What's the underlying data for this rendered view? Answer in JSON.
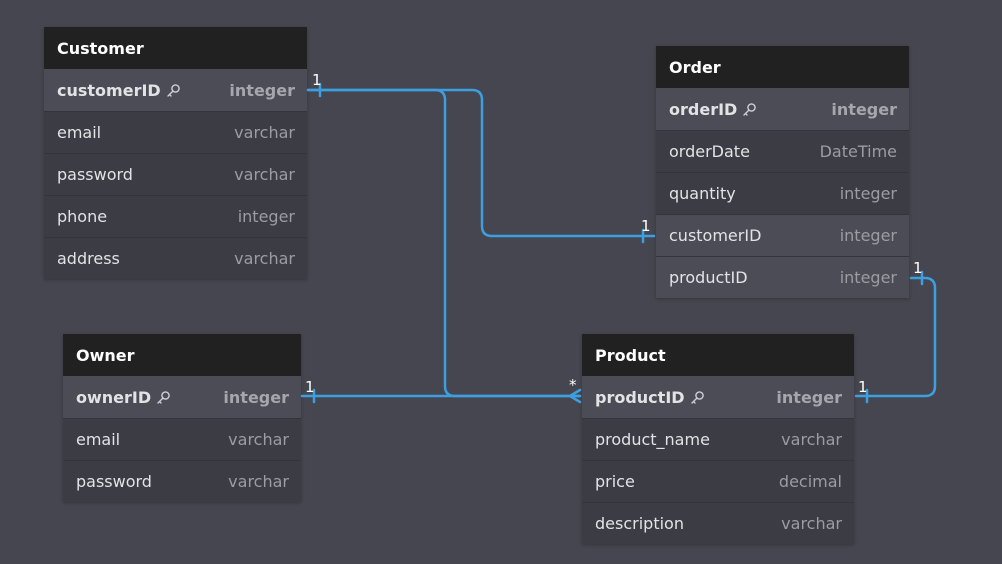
{
  "tables": {
    "customer": {
      "title": "Customer",
      "fields": [
        {
          "name": "customerID",
          "type": "integer",
          "pk": true
        },
        {
          "name": "email",
          "type": "varchar"
        },
        {
          "name": "password",
          "type": "varchar"
        },
        {
          "name": "phone",
          "type": "integer"
        },
        {
          "name": "address",
          "type": "varchar"
        }
      ]
    },
    "order": {
      "title": "Order",
      "fields": [
        {
          "name": "orderID",
          "type": "integer",
          "pk": true
        },
        {
          "name": "orderDate",
          "type": "DateTime"
        },
        {
          "name": "quantity",
          "type": "integer"
        },
        {
          "name": "customerID",
          "type": "integer",
          "highlight": true
        },
        {
          "name": "productID",
          "type": "integer",
          "highlight": true
        }
      ]
    },
    "owner": {
      "title": "Owner",
      "fields": [
        {
          "name": "ownerID",
          "type": "integer",
          "pk": true
        },
        {
          "name": "email",
          "type": "varchar"
        },
        {
          "name": "password",
          "type": "varchar"
        }
      ]
    },
    "product": {
      "title": "Product",
      "fields": [
        {
          "name": "productID",
          "type": "integer",
          "pk": true
        },
        {
          "name": "product_name",
          "type": "varchar"
        },
        {
          "name": "price",
          "type": "decimal"
        },
        {
          "name": "description",
          "type": "varchar"
        }
      ]
    }
  },
  "relationships": {
    "customer_order": {
      "from_card": "1",
      "to_card": "1"
    },
    "customer_product": {
      "from_card": "1",
      "to_card": "*"
    },
    "owner_product": {
      "from_card": "1",
      "to_card": "*"
    },
    "order_product": {
      "from_card": "1",
      "to_card": "1"
    }
  },
  "colors": {
    "canvas": "#45464f",
    "header": "#212121",
    "connector": "#3d9ee0"
  },
  "icons": {
    "primary_key": "key-icon"
  }
}
